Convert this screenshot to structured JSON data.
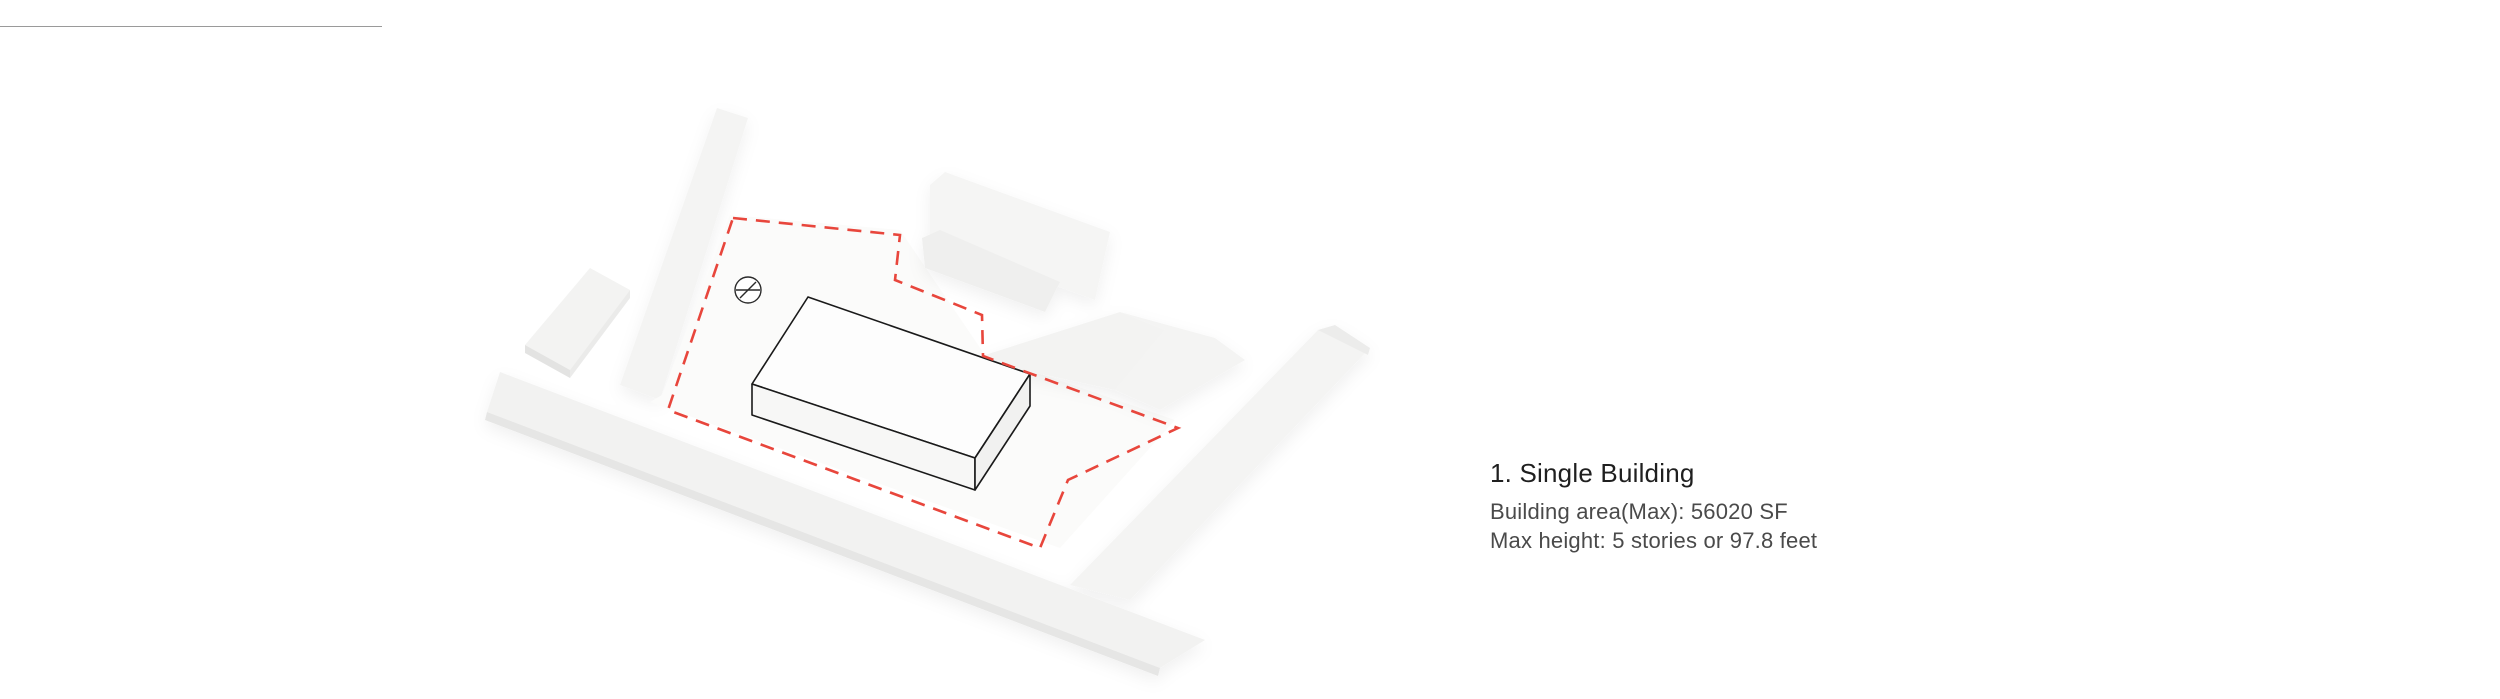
{
  "caption": {
    "title": "1. Single Building",
    "area_line": "Building area(Max): 56020 SF",
    "height_line": "Max height: 5 stories or 97.8 feet"
  },
  "colors": {
    "site_boundary": "#e8463c",
    "massing_outline": "#1a1a1a",
    "context": "#f3f3f2"
  },
  "icons": [
    "compass-icon"
  ]
}
